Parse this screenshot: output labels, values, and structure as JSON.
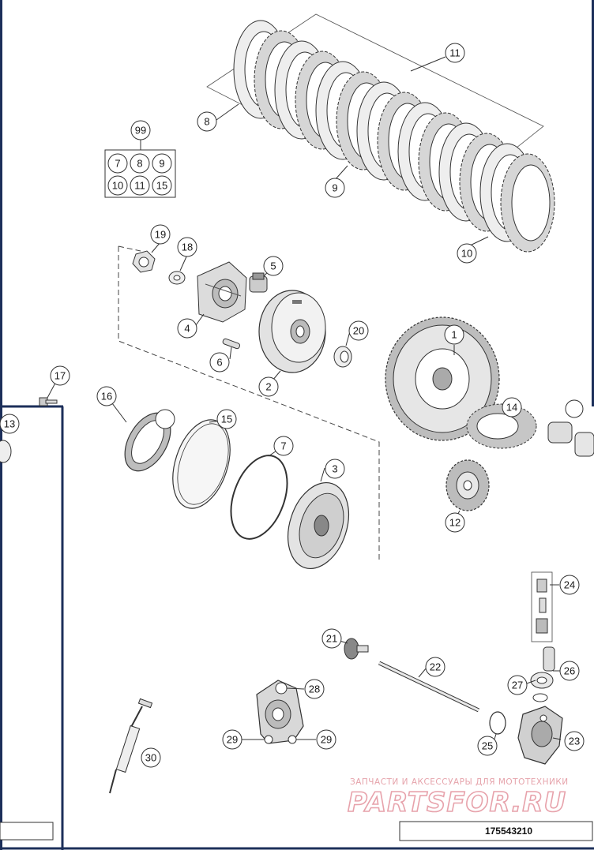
{
  "diagram": {
    "callouts": [
      {
        "id": "c11",
        "label": "11"
      },
      {
        "id": "c8",
        "label": "8"
      },
      {
        "id": "c99",
        "label": "99"
      },
      {
        "id": "c9",
        "label": "9"
      },
      {
        "id": "c10",
        "label": "10"
      },
      {
        "id": "c19",
        "label": "19"
      },
      {
        "id": "c18",
        "label": "18"
      },
      {
        "id": "c5",
        "label": "5"
      },
      {
        "id": "c4",
        "label": "4"
      },
      {
        "id": "c20",
        "label": "20"
      },
      {
        "id": "c1",
        "label": "1"
      },
      {
        "id": "c6",
        "label": "6"
      },
      {
        "id": "c2",
        "label": "2"
      },
      {
        "id": "c17",
        "label": "17"
      },
      {
        "id": "c16",
        "label": "16"
      },
      {
        "id": "c13",
        "label": "13"
      },
      {
        "id": "c15",
        "label": "15"
      },
      {
        "id": "c14",
        "label": "14"
      },
      {
        "id": "c7",
        "label": "7"
      },
      {
        "id": "c3",
        "label": "3"
      },
      {
        "id": "c12",
        "label": "12"
      },
      {
        "id": "c24",
        "label": "24"
      },
      {
        "id": "c21",
        "label": "21"
      },
      {
        "id": "c22",
        "label": "22"
      },
      {
        "id": "c26",
        "label": "26"
      },
      {
        "id": "c27",
        "label": "27"
      },
      {
        "id": "c28",
        "label": "28"
      },
      {
        "id": "c29a",
        "label": "29"
      },
      {
        "id": "c29b",
        "label": "29"
      },
      {
        "id": "c25",
        "label": "25"
      },
      {
        "id": "c23",
        "label": "23"
      },
      {
        "id": "c30",
        "label": "30"
      }
    ],
    "kit_box": [
      "7",
      "8",
      "9",
      "10",
      "11",
      "15"
    ],
    "part_number": "175543210"
  },
  "watermark": {
    "line": "ЗАПЧАСТИ И АКСЕССУАРЫ ДЛЯ МОТОТЕХНИКИ",
    "brand": "PARTSFOR.RU"
  },
  "colors": {
    "frame": "#1c2f5a",
    "line": "#333333",
    "part_fill": "#d9d9d9",
    "part_dark": "#8a8a8a",
    "watermark": "#e6a3ab"
  }
}
